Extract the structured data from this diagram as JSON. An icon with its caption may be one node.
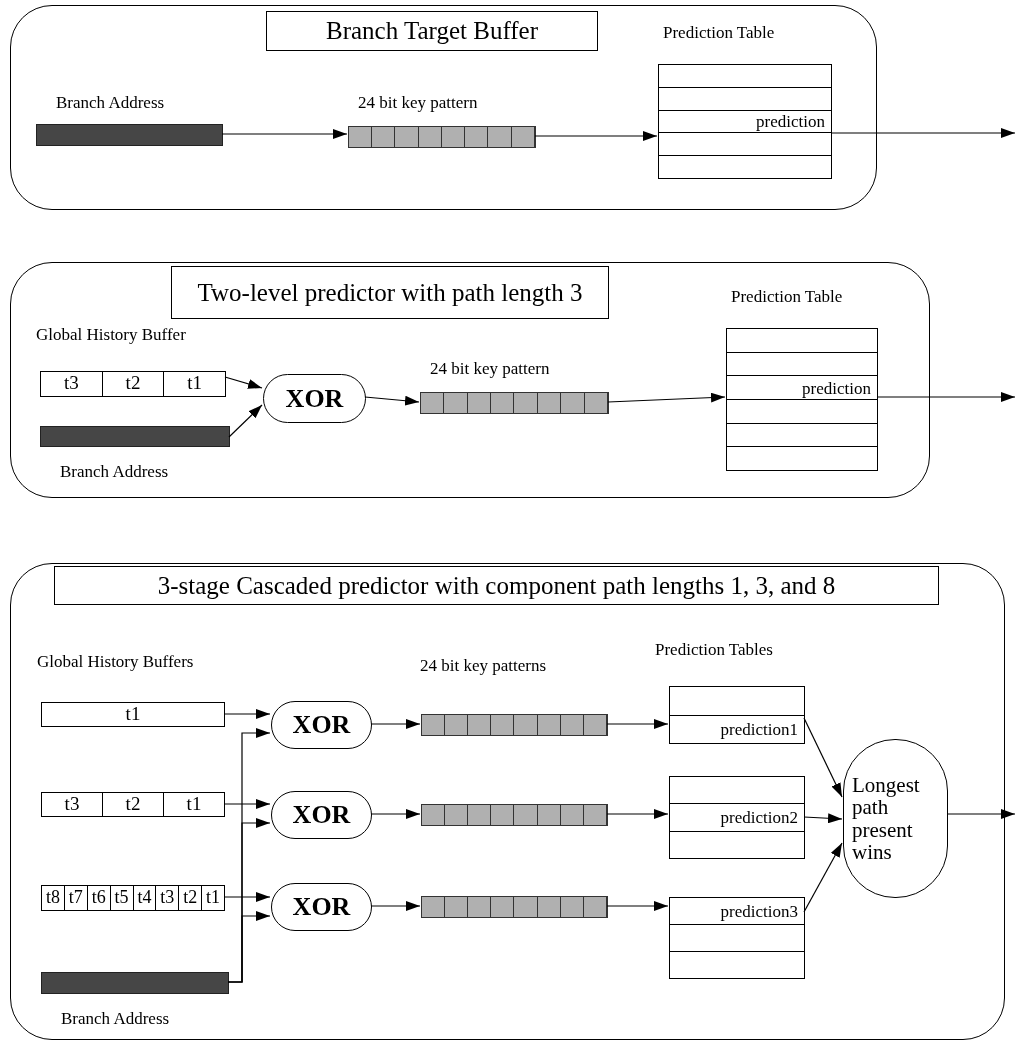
{
  "diagram": {
    "nodes": [
      {
        "text": [],
        "shape": "box"
      },
      {
        "text": [
          "Branch Target Buffer"
        ],
        "in": 0
      },
      {
        "text": [
          "Branch Address"
        ],
        "in": 0
      },
      {
        "text": [
          "24 bit key pattern"
        ],
        "in": 0
      },
      {
        "text": [
          "Prediction Table",
          "prediction"
        ],
        "in": 0
      },
      {
        "text": [],
        "shape": "box"
      },
      {
        "text": [
          "Two-level predictor with path length 3"
        ],
        "in": 5
      },
      {
        "text": [
          "Global History Buffer",
          "t3",
          "t2",
          "t1"
        ],
        "in": 5
      },
      {
        "text": [
          "Branch Address"
        ],
        "in": 5
      },
      {
        "text": [
          "XOR"
        ],
        "in": 5
      },
      {
        "text": [
          "24 bit key pattern"
        ],
        "in": 5
      },
      {
        "text": [
          "Prediction Table",
          "prediction"
        ],
        "in": 5
      },
      {
        "text": [],
        "shape": "box"
      },
      {
        "text": [
          "3-stage Cascaded predictor with component path lengths 1, 3, and 8"
        ],
        "in": 12
      },
      {
        "text": [
          "t1"
        ],
        "in": 12
      },
      {
        "text": [
          "t3",
          "t2",
          "t1"
        ],
        "in": 12
      },
      {
        "text": [
          "t8",
          "t7",
          "t6",
          "t5",
          "t4",
          "t3",
          "t2",
          "t1"
        ],
        "in": 12
      },
      {
        "text": [
          "Branch Address"
        ],
        "in": 12
      },
      {
        "text": [
          "XOR"
        ],
        "in": 12
      },
      {
        "text": [
          "XOR"
        ],
        "in": 12
      },
      {
        "text": [
          "XOR"
        ],
        "in": 12
      },
      {
        "text": [],
        "shape": "bar",
        "in": 12
      },
      {
        "text": [],
        "shape": "bar",
        "in": 12
      },
      {
        "text": [],
        "shape": "bar",
        "in": 12
      },
      {
        "text": [
          "prediction1"
        ],
        "in": 12
      },
      {
        "text": [
          "prediction2"
        ],
        "in": 12
      },
      {
        "text": [
          "prediction3"
        ],
        "in": 12
      },
      {
        "text": [
          "Longest path present wins"
        ],
        "in": 12
      }
    ],
    "edges": [
      {
        "from": 2,
        "to": 3,
        "arrow": "to"
      },
      {
        "from": 3,
        "to": 4,
        "arrow": "to"
      },
      {
        "from": 4,
        "to": null,
        "arrow": "to"
      },
      {
        "from": 7,
        "to": 9,
        "arrow": "to"
      },
      {
        "from": 8,
        "to": 9,
        "arrow": "to"
      },
      {
        "from": 9,
        "to": 10,
        "arrow": "to"
      },
      {
        "from": 10,
        "to": 11,
        "arrow": "to"
      },
      {
        "from": 11,
        "to": null,
        "arrow": "to"
      },
      {
        "from": 14,
        "to": 18,
        "arrow": "to"
      },
      {
        "from": 15,
        "to": 19,
        "arrow": "to"
      },
      {
        "from": 16,
        "to": 20,
        "arrow": "to"
      },
      {
        "from": 17,
        "to": 18,
        "arrow": "to"
      },
      {
        "from": 17,
        "to": 19,
        "arrow": "to"
      },
      {
        "from": 17,
        "to": 20,
        "arrow": "to"
      },
      {
        "from": 18,
        "to": 21,
        "arrow": "to"
      },
      {
        "from": 19,
        "to": 22,
        "arrow": "to"
      },
      {
        "from": 20,
        "to": 23,
        "arrow": "to"
      },
      {
        "from": 21,
        "to": 24,
        "arrow": "to"
      },
      {
        "from": 22,
        "to": 25,
        "arrow": "to"
      },
      {
        "from": 23,
        "to": 26,
        "arrow": "to"
      },
      {
        "from": 24,
        "to": 27,
        "arrow": "to"
      },
      {
        "from": 25,
        "to": 27,
        "arrow": "to"
      },
      {
        "from": 26,
        "to": 27,
        "arrow": "to"
      },
      {
        "from": 27,
        "to": null,
        "arrow": "to"
      }
    ],
    "labels": [
      "Global History Buffers",
      "24 bit key patterns",
      "Prediction Tables"
    ]
  }
}
